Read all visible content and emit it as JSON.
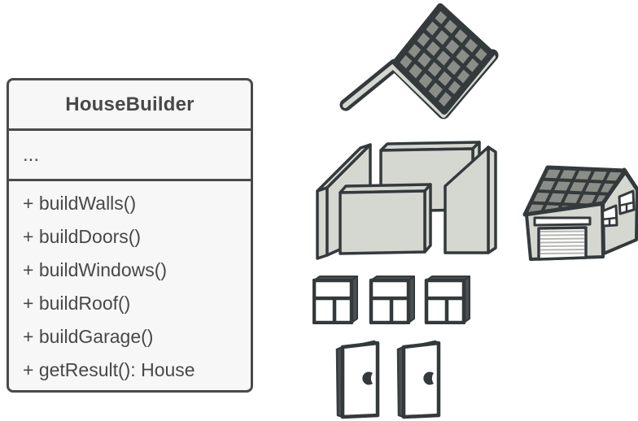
{
  "diagram": {
    "class_box": {
      "title": "HouseBuilder",
      "fields_placeholder": "...",
      "methods": [
        "+ buildWalls()",
        "+ buildDoors()",
        "+ buildWindows()",
        "+ buildRoof()",
        "+ buildGarage()",
        "+ getResult(): House"
      ]
    },
    "illustrations": {
      "roof": "tiled-roof-panel",
      "walls": "four-wall-panels",
      "house": "finished-garage-house",
      "windows": "three-windows",
      "doors": "two-doors"
    },
    "colors": {
      "outline": "#343a3c",
      "tile_gray": "#8b8e88",
      "light_gray": "#d5d8d1",
      "medium_gray": "#4b5053",
      "garage_slat_gray": "#b4b7b1",
      "box_background": "#f7f7f7",
      "box_border": "#4a4a4a",
      "text": "#484848",
      "white": "#ffffff"
    }
  }
}
